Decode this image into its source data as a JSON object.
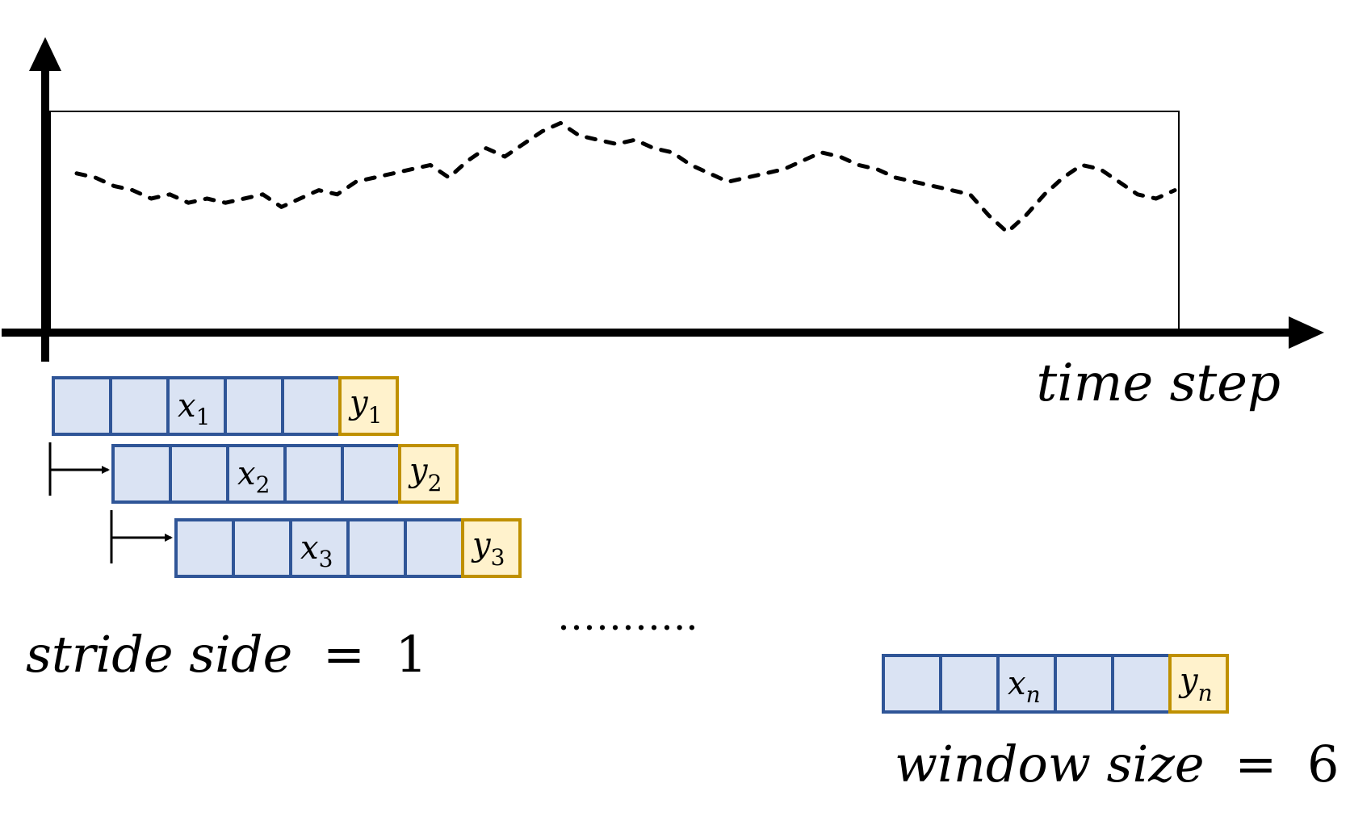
{
  "axes": {
    "x_label": "time step"
  },
  "series": {
    "values": [
      0.72,
      0.7,
      0.66,
      0.64,
      0.6,
      0.62,
      0.58,
      0.6,
      0.58,
      0.6,
      0.62,
      0.56,
      0.6,
      0.64,
      0.62,
      0.68,
      0.7,
      0.72,
      0.74,
      0.76,
      0.7,
      0.78,
      0.84,
      0.8,
      0.86,
      0.92,
      0.96,
      0.9,
      0.88,
      0.86,
      0.88,
      0.84,
      0.82,
      0.76,
      0.72,
      0.68,
      0.7,
      0.72,
      0.74,
      0.78,
      0.82,
      0.8,
      0.76,
      0.74,
      0.7,
      0.68,
      0.66,
      0.64,
      0.62,
      0.52,
      0.44,
      0.52,
      0.62,
      0.7,
      0.76,
      0.74,
      0.68,
      0.62,
      0.6,
      0.64
    ]
  },
  "windows": [
    {
      "x_base": "x",
      "x_sub": "1",
      "y_base": "y",
      "y_sub": "1"
    },
    {
      "x_base": "x",
      "x_sub": "2",
      "y_base": "y",
      "y_sub": "2"
    },
    {
      "x_base": "x",
      "x_sub": "3",
      "y_base": "y",
      "y_sub": "3"
    },
    {
      "x_base": "x",
      "x_sub": "n",
      "y_base": "y",
      "y_sub": "n"
    }
  ],
  "ellipsis": "………..",
  "stride": {
    "label": "stride side",
    "equals": "=",
    "value": "1"
  },
  "window_size": {
    "label": "window size",
    "equals": "=",
    "value": "6"
  },
  "colors": {
    "input_fill": "#dae3f3",
    "input_stroke": "#2f5597",
    "target_fill": "#fff2cc",
    "target_stroke": "#bf9000",
    "line": "#000000"
  }
}
